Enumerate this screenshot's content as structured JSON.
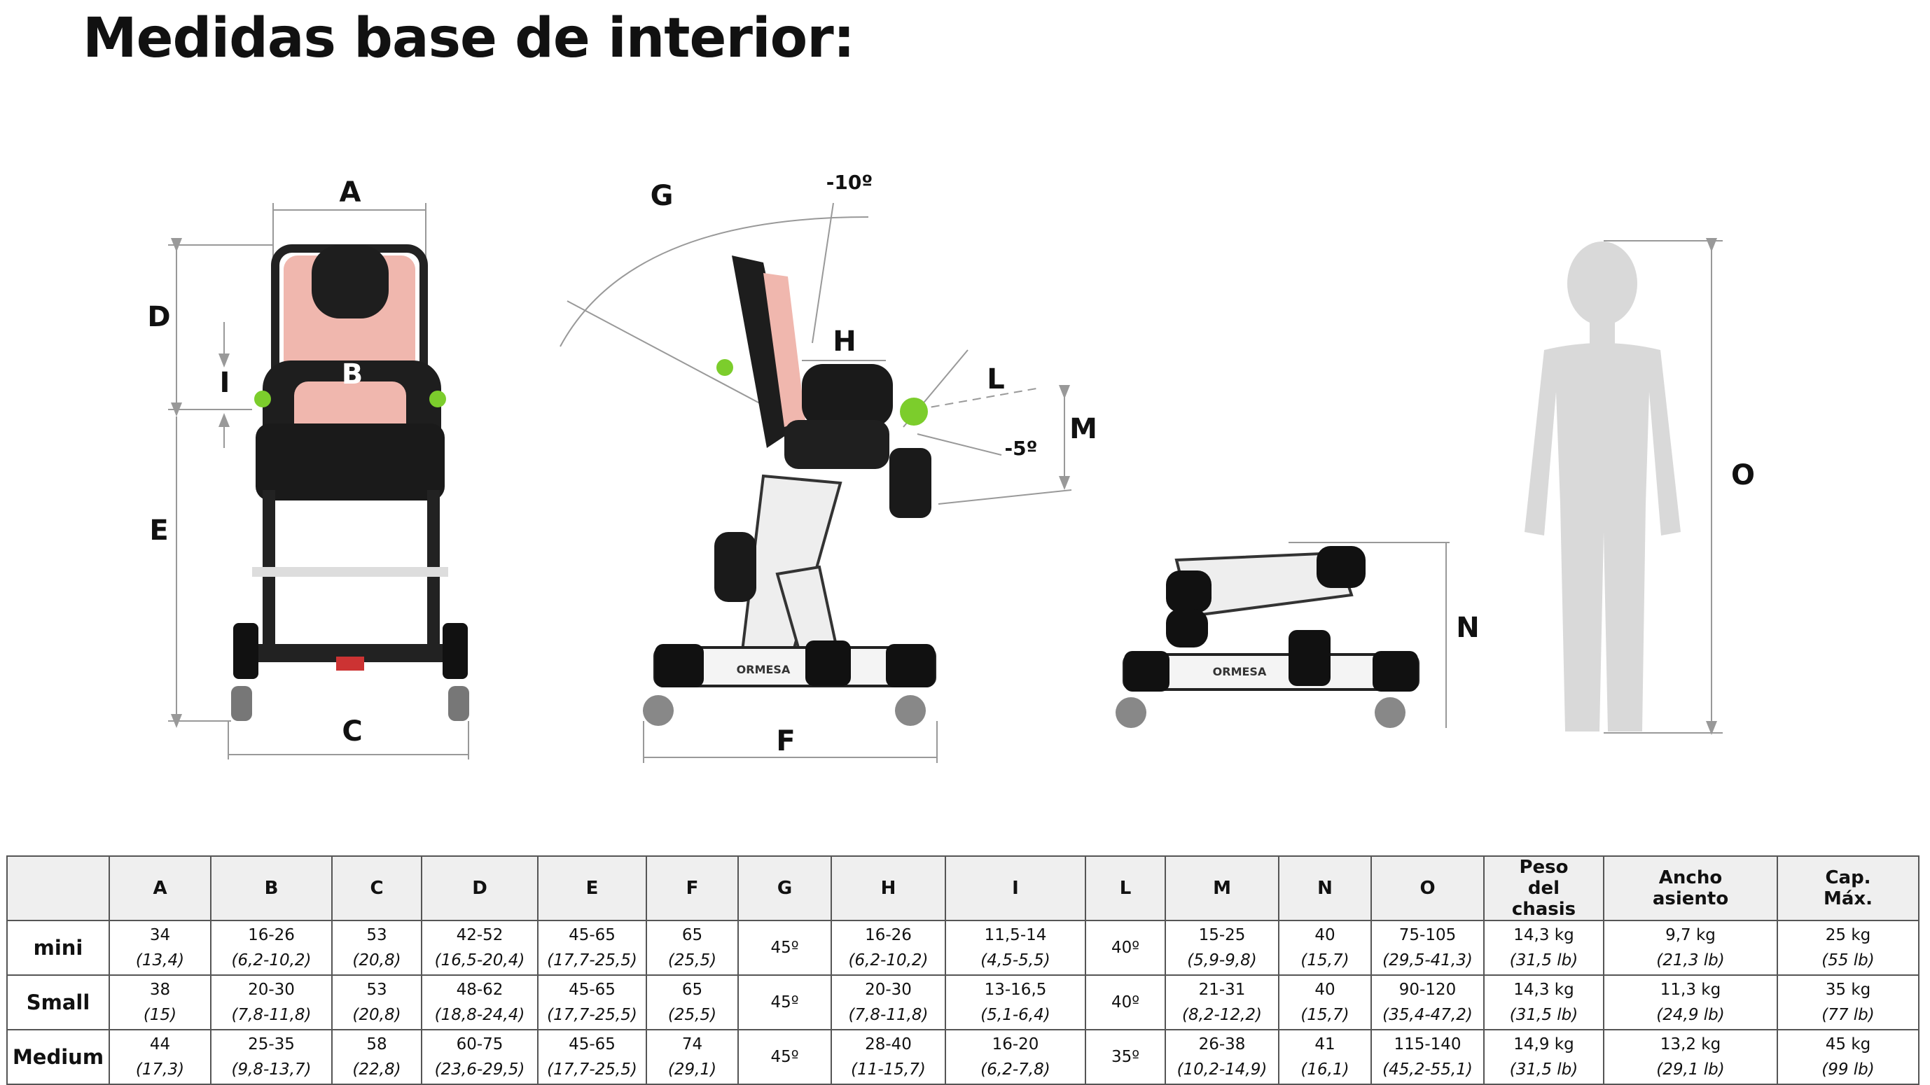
{
  "title": "Medidas base de interior:",
  "diagram_labels": {
    "A": "A",
    "B": "B",
    "C": "C",
    "D": "D",
    "E": "E",
    "F": "F",
    "G": "G",
    "H": "H",
    "I": "I",
    "L": "L",
    "M": "M",
    "N": "N",
    "O": "O",
    "angle_minus10": "-10º",
    "angle_minus5": "-5º"
  },
  "brand_logo": "ORMESA",
  "table": {
    "headers": [
      "",
      "A",
      "B",
      "C",
      "D",
      "E",
      "F",
      "G",
      "H",
      "I",
      "L",
      "M",
      "N",
      "O",
      "Peso del chasis",
      "Ancho asiento",
      "Cap. Máx."
    ],
    "rows": [
      {
        "name": "mini",
        "cells": [
          {
            "v": "34",
            "i": "(13,4)"
          },
          {
            "v": "16-26",
            "i": "(6,2-10,2)"
          },
          {
            "v": "53",
            "i": "(20,8)"
          },
          {
            "v": "42-52",
            "i": "(16,5-20,4)"
          },
          {
            "v": "45-65",
            "i": "(17,7-25,5)"
          },
          {
            "v": "65",
            "i": "(25,5)"
          },
          {
            "v": "45º",
            "i": ""
          },
          {
            "v": "16-26",
            "i": "(6,2-10,2)"
          },
          {
            "v": "11,5-14",
            "i": "(4,5-5,5)"
          },
          {
            "v": "40º",
            "i": ""
          },
          {
            "v": "15-25",
            "i": "(5,9-9,8)"
          },
          {
            "v": "40",
            "i": "(15,7)"
          },
          {
            "v": "75-105",
            "i": "(29,5-41,3)"
          },
          {
            "v": "14,3 kg",
            "i": "(31,5 lb)"
          },
          {
            "v": "9,7 kg",
            "i": "(21,3 lb)"
          },
          {
            "v": "25 kg",
            "i": "(55 lb)"
          }
        ]
      },
      {
        "name": "Small",
        "cells": [
          {
            "v": "38",
            "i": "(15)"
          },
          {
            "v": "20-30",
            "i": "(7,8-11,8)"
          },
          {
            "v": "53",
            "i": "(20,8)"
          },
          {
            "v": "48-62",
            "i": "(18,8-24,4)"
          },
          {
            "v": "45-65",
            "i": "(17,7-25,5)"
          },
          {
            "v": "65",
            "i": "(25,5)"
          },
          {
            "v": "45º",
            "i": ""
          },
          {
            "v": "20-30",
            "i": "(7,8-11,8)"
          },
          {
            "v": "13-16,5",
            "i": "(5,1-6,4)"
          },
          {
            "v": "40º",
            "i": ""
          },
          {
            "v": "21-31",
            "i": "(8,2-12,2)"
          },
          {
            "v": "40",
            "i": "(15,7)"
          },
          {
            "v": "90-120",
            "i": "(35,4-47,2)"
          },
          {
            "v": "14,3 kg",
            "i": "(31,5 lb)"
          },
          {
            "v": "11,3 kg",
            "i": "(24,9 lb)"
          },
          {
            "v": "35 kg",
            "i": "(77 lb)"
          }
        ]
      },
      {
        "name": "Medium",
        "cells": [
          {
            "v": "44",
            "i": "(17,3)"
          },
          {
            "v": "25-35",
            "i": "(9,8-13,7)"
          },
          {
            "v": "58",
            "i": "(22,8)"
          },
          {
            "v": "60-75",
            "i": "(23,6-29,5)"
          },
          {
            "v": "45-65",
            "i": "(17,7-25,5)"
          },
          {
            "v": "74",
            "i": "(29,1)"
          },
          {
            "v": "45º",
            "i": ""
          },
          {
            "v": "28-40",
            "i": "(11-15,7)"
          },
          {
            "v": "16-20",
            "i": "(6,2-7,8)"
          },
          {
            "v": "35º",
            "i": ""
          },
          {
            "v": "26-38",
            "i": "(10,2-14,9)"
          },
          {
            "v": "41",
            "i": "(16,1)"
          },
          {
            "v": "115-140",
            "i": "(45,2-55,1)"
          },
          {
            "v": "14,9 kg",
            "i": "(31,5 lb)"
          },
          {
            "v": "13,2 kg",
            "i": "(29,1 lb)"
          },
          {
            "v": "45 kg",
            "i": "(99 lb)"
          }
        ]
      }
    ]
  }
}
